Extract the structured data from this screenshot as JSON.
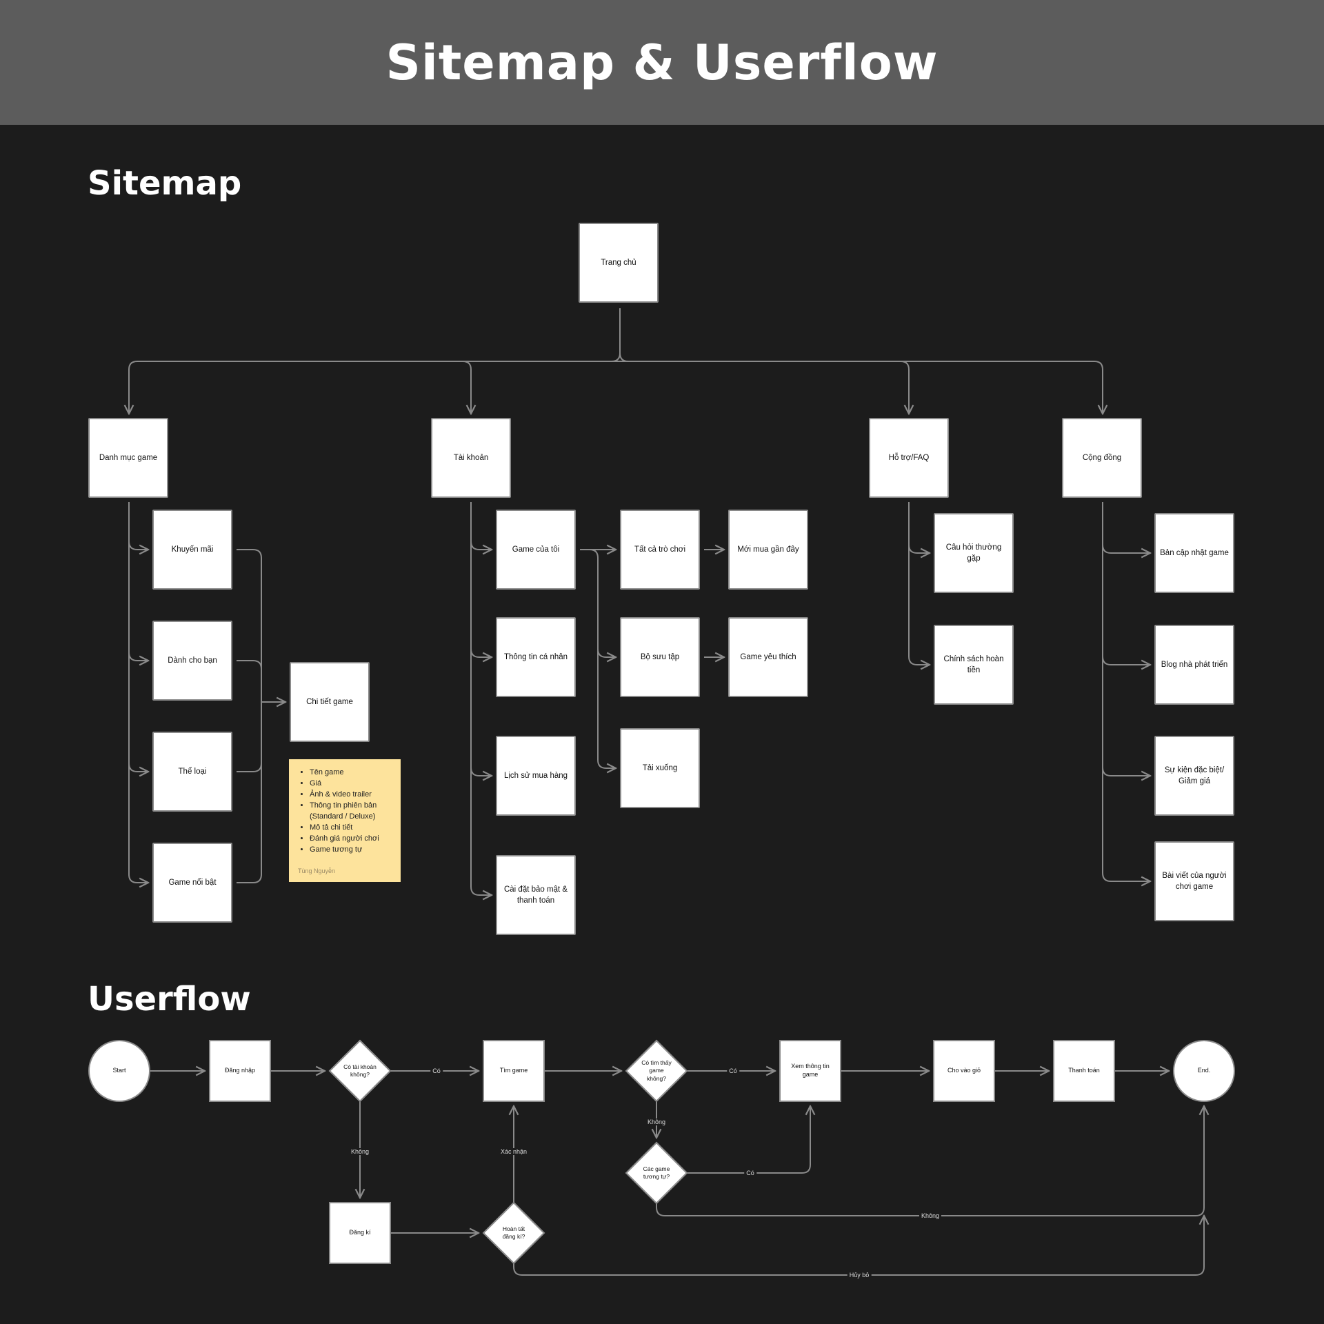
{
  "header": {
    "title": "Sitemap & Userflow"
  },
  "sitemap": {
    "title": "Sitemap",
    "nodes": {
      "home": "Trang chủ",
      "catalog": "Danh mục game",
      "account": "Tài khoản",
      "support": "Hỗ trợ/FAQ",
      "community": "Cộng đồng",
      "promo": "Khuyến mãi",
      "for_you": "Dành cho bạn",
      "genre": "Thể loại",
      "featured": "Game nổi bật",
      "game_detail": "Chi tiết game",
      "my_games": "Game của tôi",
      "profile": "Thông tin cá nhân",
      "purchase_history": "Lịch sử mua hàng",
      "security_payment": "Cài đặt bảo mật & thanh toán",
      "all_games": "Tất cả trò chơi",
      "collection": "Bộ sưu tập",
      "downloads": "Tải xuống",
      "recent": "Mới mua gần đây",
      "favorites": "Game yêu thích",
      "faq": "Câu hỏi thường gặp",
      "refund": "Chính sách hoàn tiền",
      "updates": "Bản cập nhật game",
      "dev_blog": "Blog nhà phát triển",
      "events": "Sự kiện đặc biệt/ Giảm giá",
      "player_posts": "Bài viết của người chơi game"
    },
    "sticky_note": {
      "items": [
        "Tên game",
        "Giá",
        "Ảnh & video trailer",
        "Thông tin phiên bản (Standard / Deluxe)",
        "Mô tả chi tiết",
        "Đánh giá người chơi",
        "Game tương tự"
      ],
      "author": "Tùng Nguyễn",
      "color": "#fde39c"
    }
  },
  "userflow": {
    "title": "Userflow",
    "nodes": {
      "start": "Start",
      "login": "Đăng nhập",
      "has_account": "Có tài khoản không?",
      "find_game": "Tìm game",
      "found_game": "Có tìm thấy game không?",
      "view_info": "Xem thông tin game",
      "add_cart": "Cho vào giỏ",
      "checkout": "Thanh toán",
      "end": "End.",
      "register": "Đăng kí",
      "register_done": "Hoàn tất đăng kí?",
      "similar_games": "Các game tương tự?"
    },
    "edge_labels": {
      "yes_account": "Có",
      "yes_found": "Có",
      "no_account": "Không",
      "confirm": "Xác nhận",
      "no_found": "Không",
      "yes_similar": "Có",
      "no_similar": "Không",
      "cancel": "Hủy bỏ"
    }
  },
  "colors": {
    "background": "#1c1c1c",
    "header": "#5c5c5c",
    "connector": "#8a8a8a",
    "node_fill": "#ffffff"
  }
}
